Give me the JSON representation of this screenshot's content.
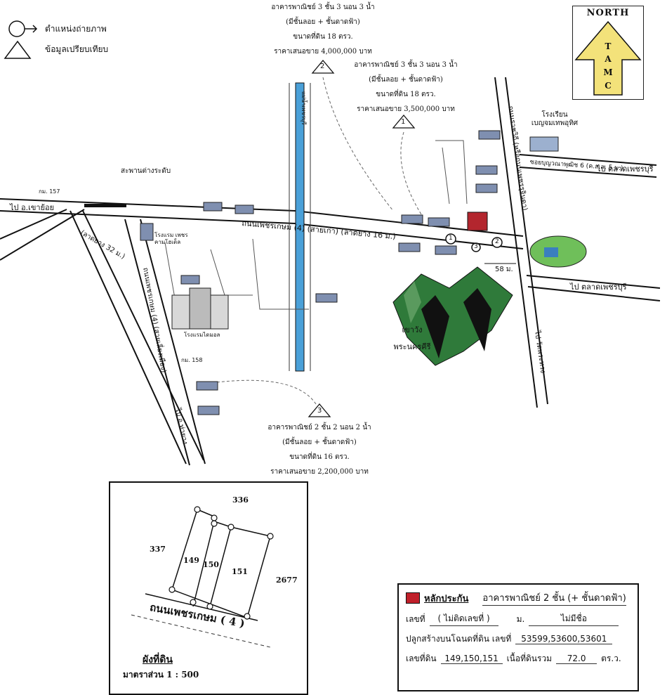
{
  "legend": {
    "photo_position": "ตำแหน่งถ่ายภาพ",
    "comparable_data": "ข้อมูลเปรียบเทียบ"
  },
  "north_arrow": {
    "label": "NORTH",
    "letters": [
      "T",
      "A",
      "M",
      "C"
    ]
  },
  "comparables": [
    {
      "no": "1",
      "line1": "อาคารพาณิชย์ 3 ชั้น 3 นอน 3 น้ำ",
      "line2": "(มีชั้นลอย + ชั้นดาดฟ้า)",
      "line3": "ขนาดที่ดิน 18 ตรว.",
      "line4": "ราคาเสนอขาย 3,500,000 บาท"
    },
    {
      "no": "2",
      "line1": "อาคารพาณิชย์ 3 ชั้น 3 นอน 3 น้ำ",
      "line2": "(มีชั้นลอย + ชั้นดาดฟ้า)",
      "line3": "ขนาดที่ดิน 18 ตรว.",
      "line4": "ราคาเสนอขาย 4,000,000 บาท"
    },
    {
      "no": "3",
      "line1": "อาคารพาณิชย์ 2 ชั้น 2 นอน 2 น้ำ",
      "line2": "(มีชั้นลอย + ชั้นดาดฟ้า)",
      "line3": "ขนาดที่ดิน 16 ตรว.",
      "line4": "ราคาเสนอขาย 2,200,000 บาท"
    }
  ],
  "roads": {
    "main_road": "ถนนเพชรเกษม (4) (สายเก่า) (ลาดยาง 16 ม.)",
    "left_diag": "(ลาดยาง 32 ม.)",
    "bypass": "ถนนเพชรเกษม (4) (สายเลี่ยงเมือง)",
    "to_khao_yoi": "ไป อ.เขาย้อย",
    "to_tha_yang": "ไป อ.ท่ายาง",
    "to_market_top": "ไป ตลาดเพชรบุรี",
    "to_market_right": "ไป ตลาดเพชรบุรี",
    "vertical_right": "ถนนราชวิถี (หรือถนนเพชรรุจินดา)",
    "to_wat": "ไป วัดพระทรง",
    "soi": "ซอยบุญวณาพุฒิช 6 (ค.ส.ล. 5 ม.)",
    "km157": "กม. 157",
    "km158": "กม. 158",
    "dist_58": "58 ม."
  },
  "places": {
    "overpass": "สะพานต่างระดับ",
    "school": "โรงเรียน เบญจมเทพอุทิศ",
    "mountain": "เขาวัง พระนครคีรี",
    "hospital": "โรงแรมไดมอล",
    "river": "แม่น้ำเพชรบุรี",
    "hotel": "โรงแรม เพชรคามโฮเต็ล"
  },
  "markers": [
    "1",
    "2",
    "3"
  ],
  "plot": {
    "title": "ผังที่ดิน",
    "scale": "มาตราส่วน 1 : 500",
    "road": "ถนนเพชรเกษม ( 4 )",
    "lots": [
      "149",
      "150",
      "151"
    ],
    "neighbors": {
      "top": "336",
      "left": "337",
      "right": "2677"
    }
  },
  "collateral": {
    "title": "หลักประกัน",
    "type": "อาคารพาณิชย์ 2 ชั้น (+ ชั้นดาดฟ้า)",
    "no_label": "เลขที่",
    "no_value": "( ไม่ติดเลขที่ )",
    "moo_label": "ม.",
    "moo_value": "ไม่มีชื่อ",
    "deed_label": "ปลูกสร้างบนโฉนดที่ดิน เลขที่",
    "deed_value": "53599,53600,53601",
    "land_label": "เลขที่ดิน",
    "land_value": "149,150,151",
    "area_label": "เนื้อที่ดินรวม",
    "area_value": "72.0",
    "area_unit": "ตร.ว.",
    "accent": "#c0202a"
  }
}
